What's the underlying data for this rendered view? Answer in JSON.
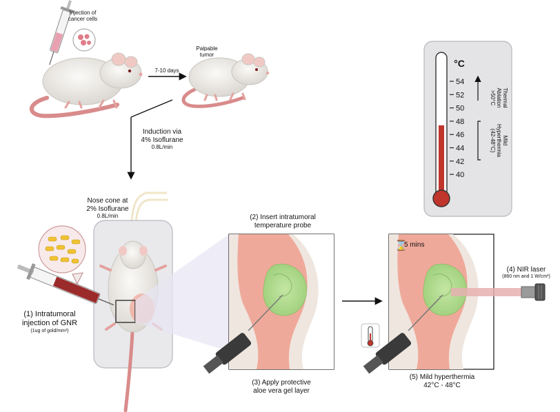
{
  "labels": {
    "injection": [
      "Injection of",
      "cancer cells"
    ],
    "days": "7-10 days",
    "palpable": [
      "Palpable",
      "tumor"
    ],
    "induction": [
      "Induction via",
      "4% Isoflurane",
      "0.8L/min"
    ],
    "nose_cone": [
      "Nose cone at",
      "2% Isoflurane",
      "0.8L/min"
    ],
    "step1": [
      "(1) Intratumoral",
      "injection of GNR",
      "(1ug of gold/mm³)"
    ],
    "step2": [
      "(2) Insert intratumoral",
      "temperature probe"
    ],
    "step3": [
      "(3) Apply protective",
      "aloe vera gel layer"
    ],
    "step4": [
      "(4) NIR laser",
      "(860 nm and 1 W/cm²)"
    ],
    "step5": [
      "(5) Mild hyperthermia",
      "42°C - 48°C"
    ],
    "timer": "5 mins"
  },
  "thermometer": {
    "unit": "°C",
    "ticks": [
      "54",
      "52",
      "50",
      "48",
      "46",
      "44",
      "42",
      "40"
    ],
    "fill_top_value": 48,
    "thermal_ablation": [
      "Thermal",
      "Ablation",
      ">50°C"
    ],
    "mild_hyperthermia": [
      "Mild",
      "Hyperthermia",
      "(42-48°C)"
    ]
  },
  "colors": {
    "mouse_fur": "#ece9e4",
    "mouse_tail": "#d98b8b",
    "tumor_gel": "#a9d68a",
    "tissue_pink": "#efa99a",
    "mercury": "#c0352c",
    "laser": "#e6b0b0",
    "blood": "#9b2a2a",
    "gold_rod": "#f1c232"
  }
}
